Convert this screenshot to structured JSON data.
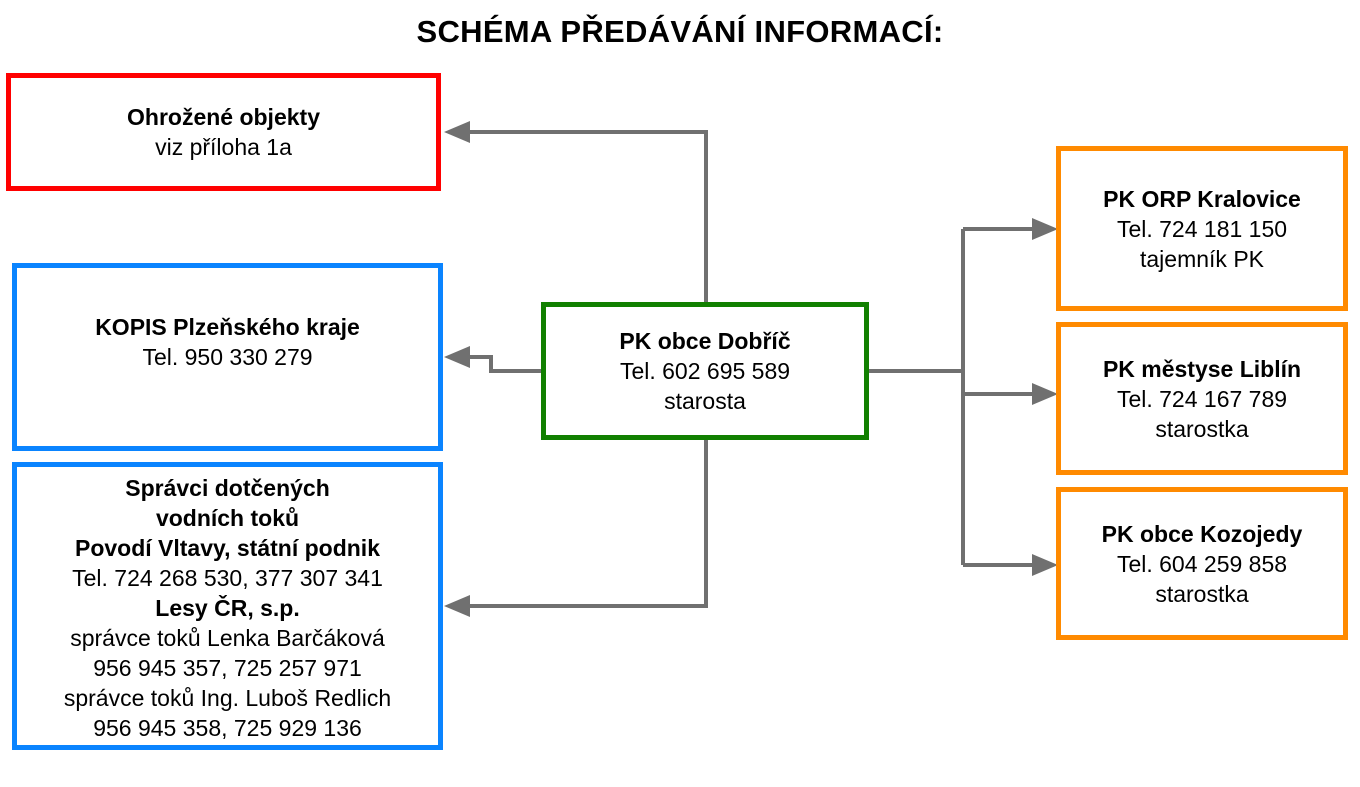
{
  "title": "SCHÉMA PŘEDÁVÁNÍ INFORMACÍ:",
  "center": {
    "name": "PK obce Dobříč",
    "phone": "Tel. 602 695 589",
    "role": "starosta"
  },
  "endangered": {
    "name": "Ohrožené objekty",
    "note": "viz příloha 1a"
  },
  "kopis": {
    "name": "KOPIS Plzeňského kraje",
    "phone": "Tel. 950 330 279"
  },
  "water": {
    "heading_1": "Správci dotčených",
    "heading_2": "vodních toků",
    "org_1": "Povodí Vltavy, státní podnik",
    "org_1_phone": "Tel. 724 268 530, 377 307 341",
    "org_2": "Lesy ČR, s.p.",
    "manager_1": "správce toků Lenka Barčáková",
    "manager_1_phone": "956 945 357, 725 257 971",
    "manager_2": "správce toků Ing. Luboš Redlich",
    "manager_2_phone": "956 945 358, 725 929 136"
  },
  "orp": {
    "name": "PK ORP Kralovice",
    "phone": "Tel. 724 181 150",
    "role": "tajemník PK"
  },
  "liblin": {
    "name": "PK městyse Liblín",
    "phone": "Tel. 724 167 789",
    "role": "starostka"
  },
  "kozojedy": {
    "name": "PK obce Kozojedy",
    "phone": "Tel. 604 259 858",
    "role": "starostka"
  },
  "colors": {
    "endangered": "#ff0000",
    "kopis": "#0a84ff",
    "center": "#118000",
    "neighbors": "#ff8a00",
    "connector": "#707070"
  }
}
